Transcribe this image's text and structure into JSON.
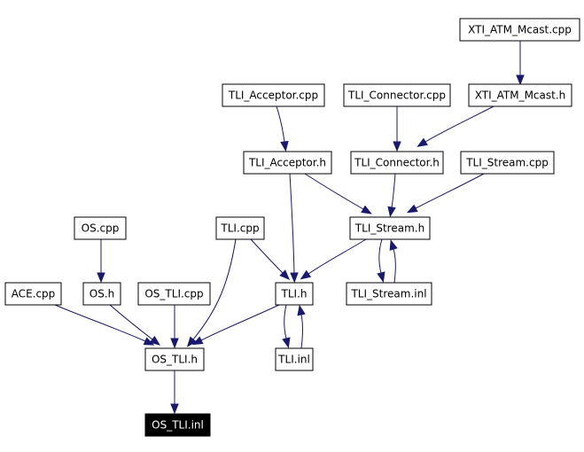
{
  "graph": {
    "nodes": [
      {
        "id": "xti_atm_mcast_cpp",
        "label": "XTI_ATM_Mcast.cpp"
      },
      {
        "id": "tli_acceptor_cpp",
        "label": "TLI_Acceptor.cpp"
      },
      {
        "id": "tli_connector_cpp",
        "label": "TLI_Connector.cpp"
      },
      {
        "id": "xti_atm_mcast_h",
        "label": "XTI_ATM_Mcast.h"
      },
      {
        "id": "tli_acceptor_h",
        "label": "TLI_Acceptor.h"
      },
      {
        "id": "tli_connector_h",
        "label": "TLI_Connector.h"
      },
      {
        "id": "tli_stream_cpp",
        "label": "TLI_Stream.cpp"
      },
      {
        "id": "os_cpp",
        "label": "OS.cpp"
      },
      {
        "id": "tli_cpp",
        "label": "TLI.cpp"
      },
      {
        "id": "tli_stream_h",
        "label": "TLI_Stream.h"
      },
      {
        "id": "ace_cpp",
        "label": "ACE.cpp"
      },
      {
        "id": "os_h",
        "label": "OS.h"
      },
      {
        "id": "os_tli_cpp",
        "label": "OS_TLI.cpp"
      },
      {
        "id": "tli_h",
        "label": "TLI.h"
      },
      {
        "id": "tli_stream_inl",
        "label": "TLI_Stream.inl"
      },
      {
        "id": "os_tli_h",
        "label": "OS_TLI.h"
      },
      {
        "id": "tli_inl",
        "label": "TLI.inl"
      },
      {
        "id": "os_tli_inl",
        "label": "OS_TLI.inl",
        "highlight": true
      }
    ],
    "edges": [
      {
        "from": "xti_atm_mcast_cpp",
        "to": "xti_atm_mcast_h"
      },
      {
        "from": "xti_atm_mcast_h",
        "to": "tli_connector_h"
      },
      {
        "from": "tli_acceptor_cpp",
        "to": "tli_acceptor_h"
      },
      {
        "from": "tli_connector_cpp",
        "to": "tli_connector_h"
      },
      {
        "from": "tli_acceptor_h",
        "to": "tli_stream_h"
      },
      {
        "from": "tli_acceptor_h",
        "to": "tli_h"
      },
      {
        "from": "tli_connector_h",
        "to": "tli_stream_h"
      },
      {
        "from": "tli_stream_cpp",
        "to": "tli_stream_h"
      },
      {
        "from": "tli_stream_h",
        "to": "tli_h"
      },
      {
        "from": "tli_stream_h",
        "to": "tli_stream_inl"
      },
      {
        "from": "tli_stream_inl",
        "to": "tli_stream_h"
      },
      {
        "from": "tli_cpp",
        "to": "tli_h"
      },
      {
        "from": "tli_cpp",
        "to": "os_tli_h"
      },
      {
        "from": "os_cpp",
        "to": "os_h"
      },
      {
        "from": "os_h",
        "to": "os_tli_h"
      },
      {
        "from": "ace_cpp",
        "to": "os_tli_h"
      },
      {
        "from": "os_tli_cpp",
        "to": "os_tli_h"
      },
      {
        "from": "tli_h",
        "to": "os_tli_h"
      },
      {
        "from": "tli_h",
        "to": "tli_inl"
      },
      {
        "from": "tli_inl",
        "to": "tli_h"
      },
      {
        "from": "os_tli_h",
        "to": "os_tli_inl"
      }
    ],
    "colors": {
      "edge": "#191970",
      "node_border": "#000000",
      "node_fill": "#ffffff",
      "highlight_fill": "#000000",
      "highlight_text": "#ffffff"
    }
  }
}
